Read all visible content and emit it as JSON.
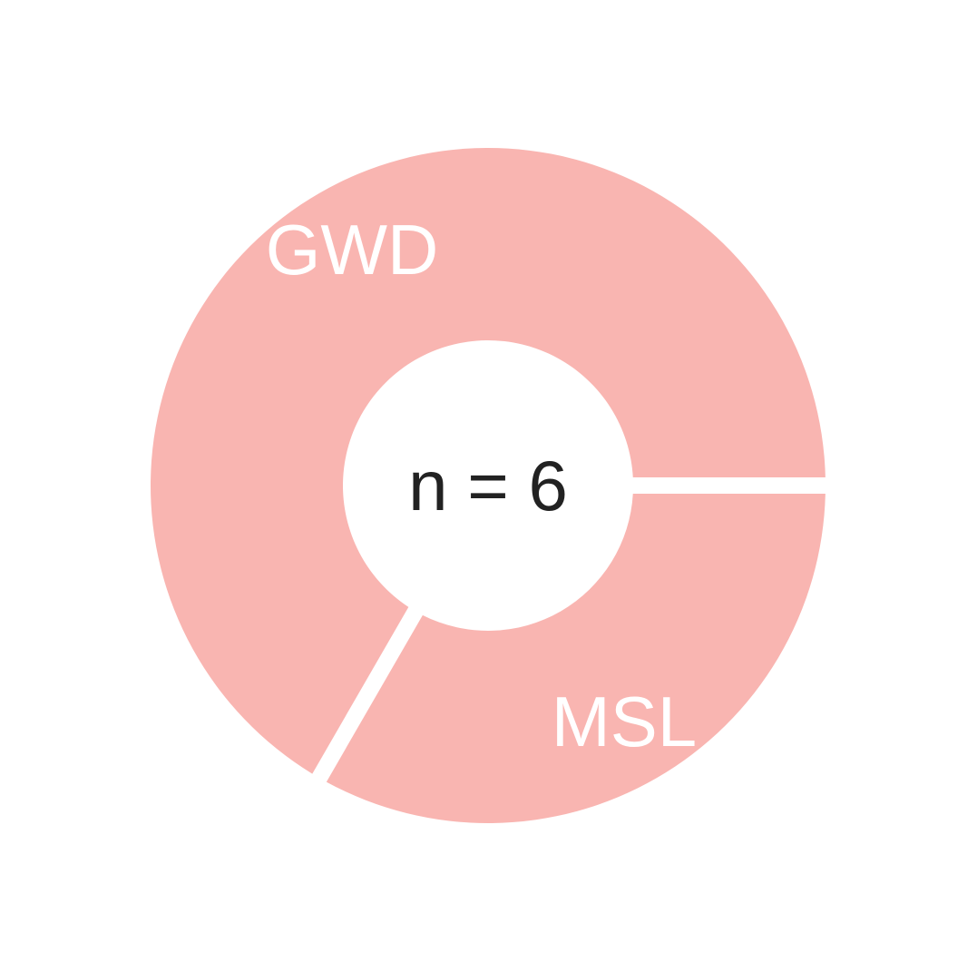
{
  "chart_data": {
    "type": "pie",
    "variant": "donut",
    "categories": [
      "GWD",
      "MSL"
    ],
    "values": [
      4,
      2
    ],
    "center_label": "n = 6",
    "colors": {
      "slice": "#f9b5b1",
      "label": "#ffffff",
      "center_text": "#222222",
      "background": "#ffffff"
    },
    "title": "",
    "legend": "none"
  }
}
